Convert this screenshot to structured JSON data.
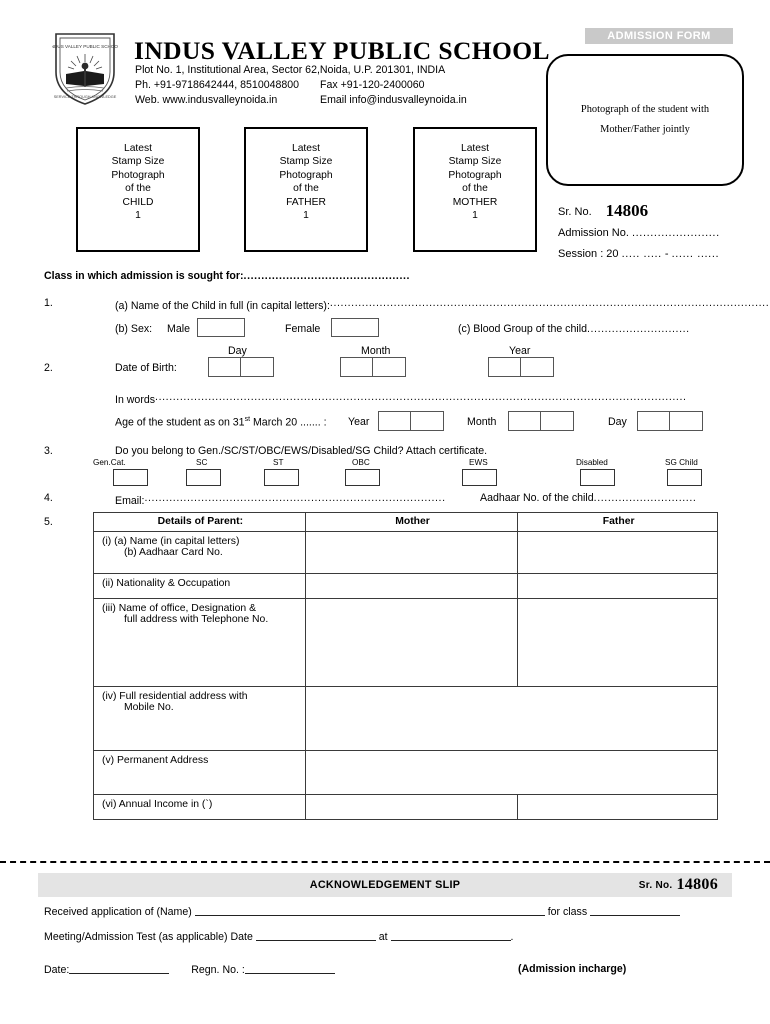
{
  "header": {
    "badge": "ADMISSION FORM",
    "school_name": "INDUS VALLEY PUBLIC SCHOOL",
    "address_line1": "Plot No. 1, Institutional Area, Sector 62,Noida, U.P. 201301, INDIA",
    "phone_label": "Ph. +91-9718642444, 8510048800",
    "fax_label": "Fax +91-120-2400060",
    "web_label": "Web.  www.indusvalleynoida.in",
    "email_label": "Email  info@indusvalleynoida.in",
    "crest_icon": "school-crest-shield"
  },
  "joint_photo": {
    "line1": "Photograph of the student with",
    "line2": "Mother/Father jointly"
  },
  "serial": {
    "sr_no_label": "Sr. No.",
    "sr_no_value": "14806",
    "admission_no_label": "Admission No.",
    "admission_no_dots": "........................",
    "session_label": "Session : 20",
    "session_dots_a": "..... .....",
    "session_dash": "-",
    "session_dots_b": "...... ......"
  },
  "stamp_photos": [
    {
      "l1": "Latest",
      "l2": "Stamp Size",
      "l3": "Photograph",
      "l4": "of the",
      "who": "CHILD",
      "count": "1"
    },
    {
      "l1": "Latest",
      "l2": "Stamp Size",
      "l3": "Photograph",
      "l4": "of the",
      "who": "FATHER",
      "count": "1"
    },
    {
      "l1": "Latest",
      "l2": "Stamp Size",
      "l3": "Photograph",
      "l4": "of the",
      "who": "MOTHER",
      "count": "1"
    }
  ],
  "class_line": {
    "label": "Class in which admission is sought for:",
    "dots": "..............................................."
  },
  "q1": {
    "num": "1.",
    "a_label": "(a) Name of the Child in full (in capital letters):",
    "a_dots": "..........................................................................................................................................",
    "b_label": "(b) Sex:",
    "male_label": "Male",
    "female_label": "Female",
    "c_label": "(c) Blood Group of the child",
    "c_dots": "............................."
  },
  "q2": {
    "num": "2.",
    "dob_label": "Date of Birth:",
    "day_label": "Day",
    "month_label": "Month",
    "year_label": "Year",
    "inwords_label": "In words",
    "inwords_dots": "......................................................................................................................................................",
    "age_label_pre": "Age of the student as on 31",
    "age_sup": "st",
    "age_label_post": "March 20 ....... :",
    "age_year": "Year",
    "age_month": "Month",
    "age_day": "Day"
  },
  "q3": {
    "num": "3.",
    "question": "Do you belong to Gen./SC/ST/OBC/EWS/Disabled/SG Child? Attach certificate.",
    "categories": [
      "Gen.Cat.",
      "SC",
      "ST",
      "OBC",
      "EWS",
      "Disabled",
      "SG Child"
    ]
  },
  "q4": {
    "num": "4.",
    "email_label": "Email:",
    "email_dots": ".....................................................................................",
    "aadhaar_label": "Aadhaar No. of the child",
    "aadhaar_dots": "............................."
  },
  "q5": {
    "num": "5.",
    "columns": [
      "Details of Parent:",
      "Mother",
      "Father"
    ],
    "rows": [
      {
        "label_a": "(i)   (a)  Name (in capital letters)",
        "label_b": "(b) Aadhaar Card No.",
        "merged": false,
        "height": 42
      },
      {
        "label_a": "(ii) Nationality & Occupation",
        "label_b": "",
        "merged": false,
        "height": 25
      },
      {
        "label_a": "(iii) Name of office, Designation &",
        "label_b": "full address with Telephone No.",
        "merged": false,
        "height": 88
      },
      {
        "label_a": "(iv) Full residential address with",
        "label_b": "Mobile No.",
        "merged": true,
        "height": 64
      },
      {
        "label_a": "(v) Permanent Address",
        "label_b": "",
        "merged": true,
        "height": 44
      },
      {
        "label_a": "(vi) Annual Income in (`)",
        "label_b": "",
        "merged": false,
        "height": 25
      }
    ]
  },
  "acknowledgement": {
    "title": "ACKNOWLEDGEMENT SLIP",
    "sr_no_label": "Sr. No.",
    "sr_no_value": "14806",
    "received_label": "Received application of (Name)",
    "for_class_label": "for class",
    "meeting_label": "Meeting/Admission Test (as applicable) Date",
    "at_label": "at",
    "period": ".",
    "date_label": "Date:",
    "regn_label": "Regn. No. :",
    "signature_label": "(Admission incharge)"
  }
}
